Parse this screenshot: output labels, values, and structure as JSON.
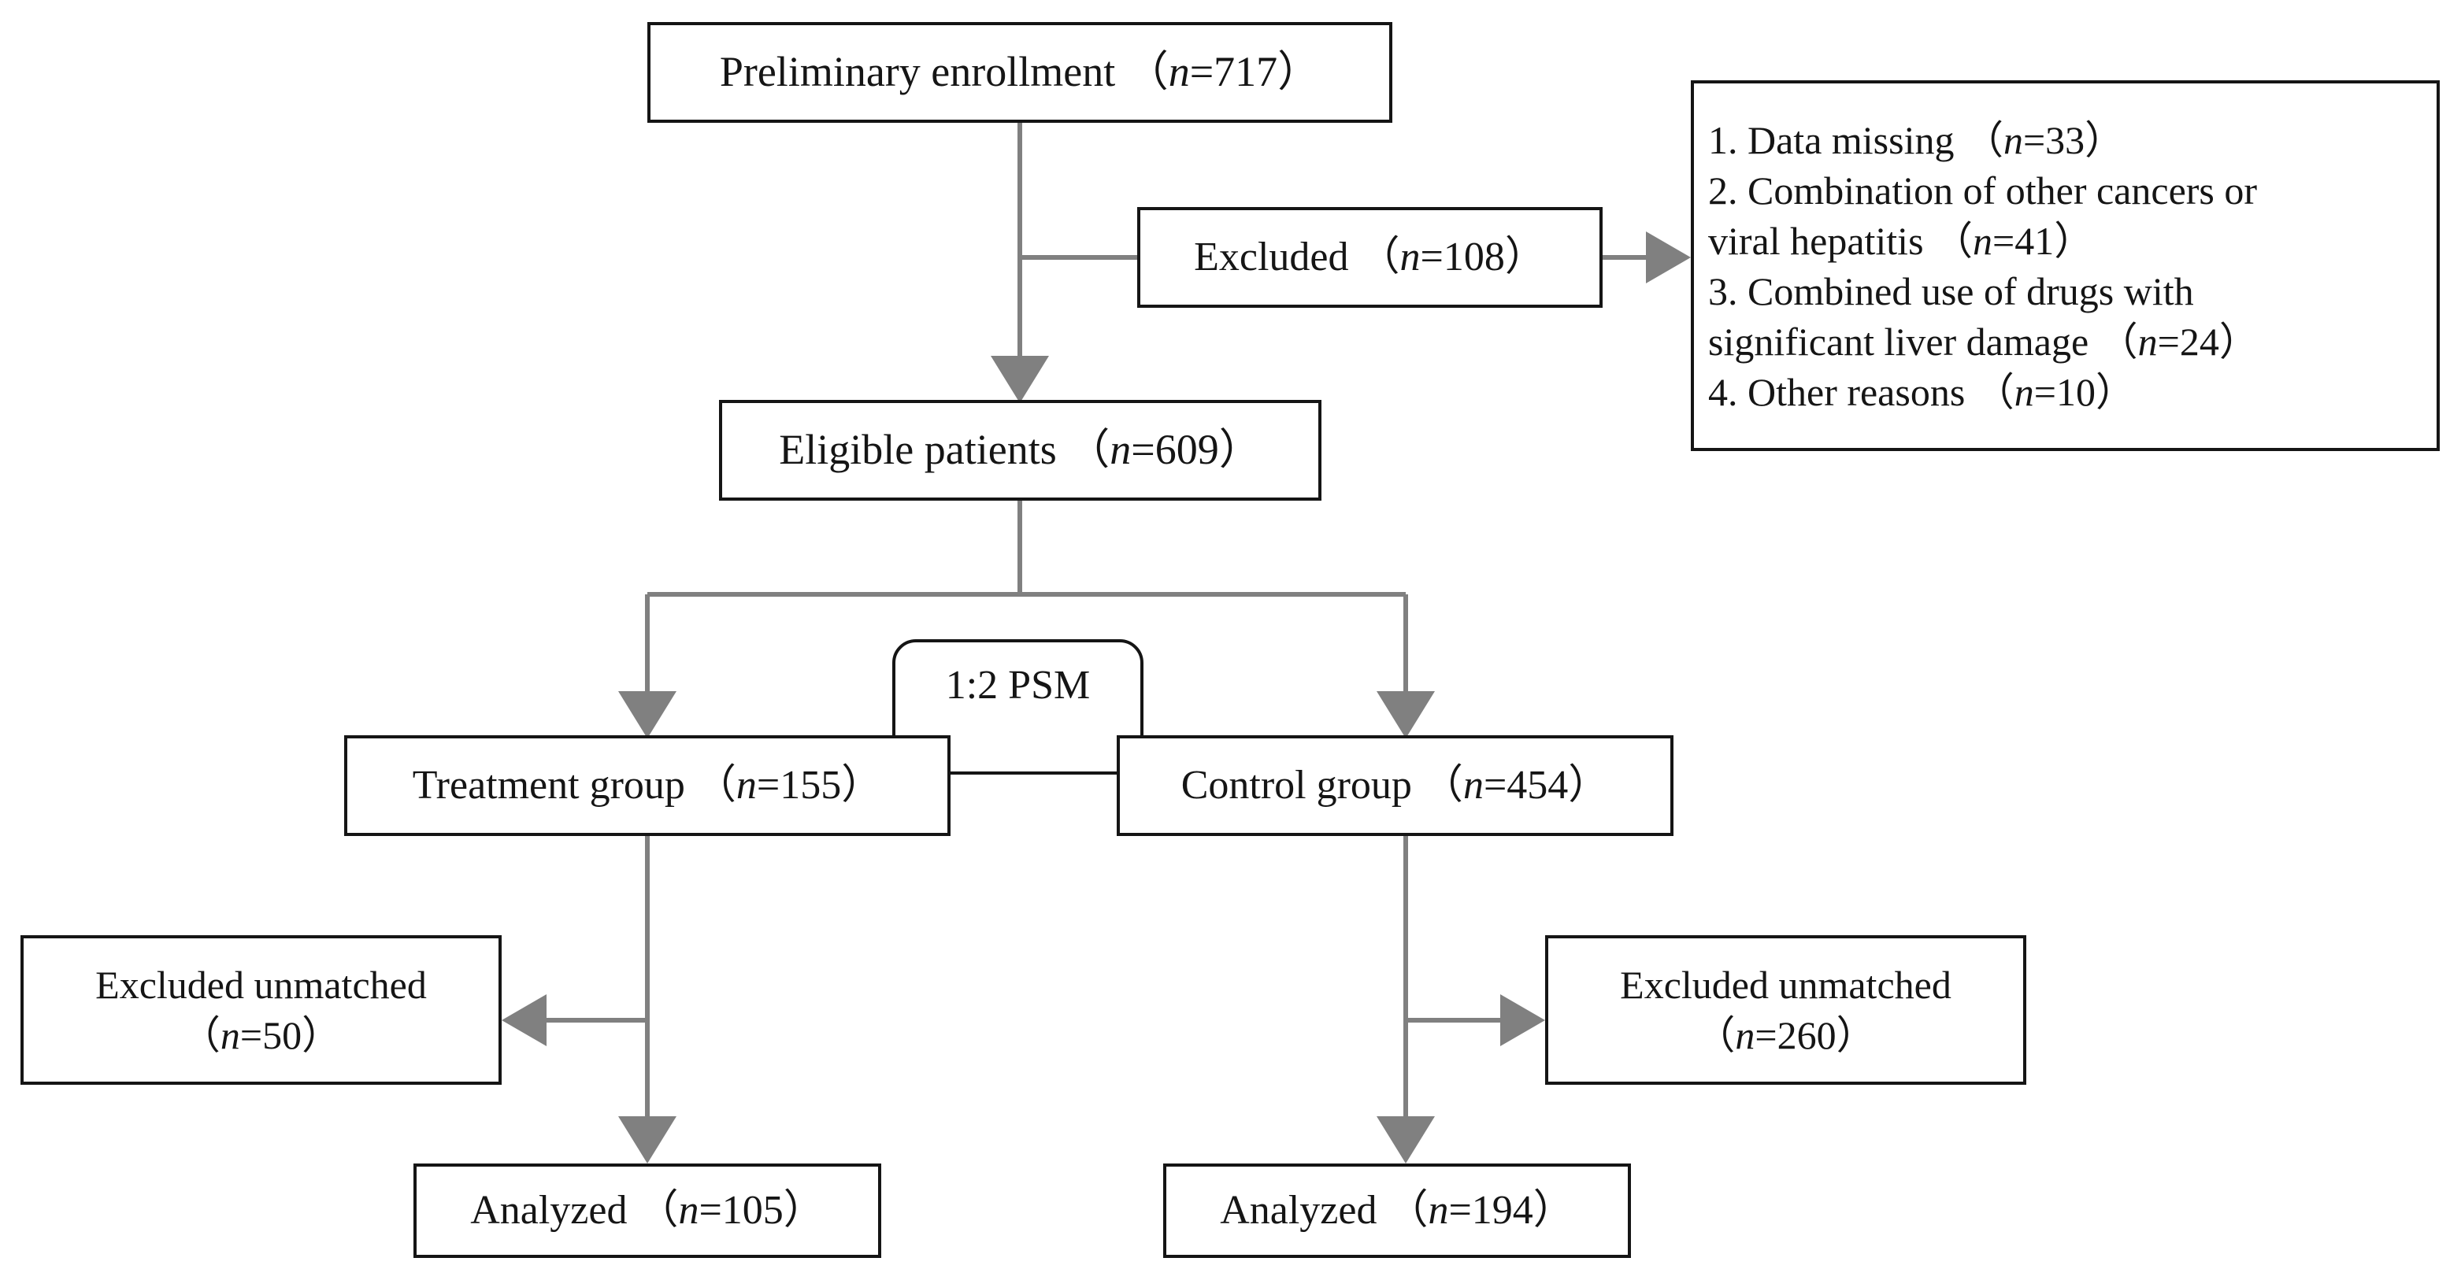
{
  "diagram": {
    "title": "Patient selection flow chart with 1:2 propensity score matching",
    "colors": {
      "box_border": "#151515",
      "connector": "#808080",
      "background": "#ffffff",
      "text": "#151515"
    },
    "nodes": {
      "preliminary_enrollment": "Preliminary enrollment （n=717）",
      "excluded": "Excluded （n=108）",
      "exclusion_reasons": "1. Data missing （n=33）\n2. Combination of other cancers or\nviral hepatitis （n=41）\n3. Combined use of drugs with\nsignificant liver damage （n=24）\n4. Other reasons （n=10）",
      "eligible_patients": "Eligible patients （n=609）",
      "psm": "1:2 PSM",
      "treatment_group": "Treatment group （n=155）",
      "control_group": "Control group （n=454）",
      "excluded_unmatched_left": "Excluded unmatched\n（n=50）",
      "excluded_unmatched_right": "Excluded unmatched\n（n=260）",
      "analyzed_left": "Analyzed （n=105）",
      "analyzed_right": "Analyzed （n=194）"
    },
    "counts": {
      "preliminary_enrollment": 717,
      "excluded": 108,
      "reason_data_missing": 33,
      "reason_other_cancers_or_viral_hepatitis": 41,
      "reason_hepatotoxic_drugs": 24,
      "reason_other": 10,
      "eligible_patients": 609,
      "treatment_group": 155,
      "control_group": 454,
      "excluded_unmatched_treatment": 50,
      "excluded_unmatched_control": 260,
      "analyzed_treatment": 105,
      "analyzed_control": 194
    },
    "matching_ratio": "1:2"
  }
}
